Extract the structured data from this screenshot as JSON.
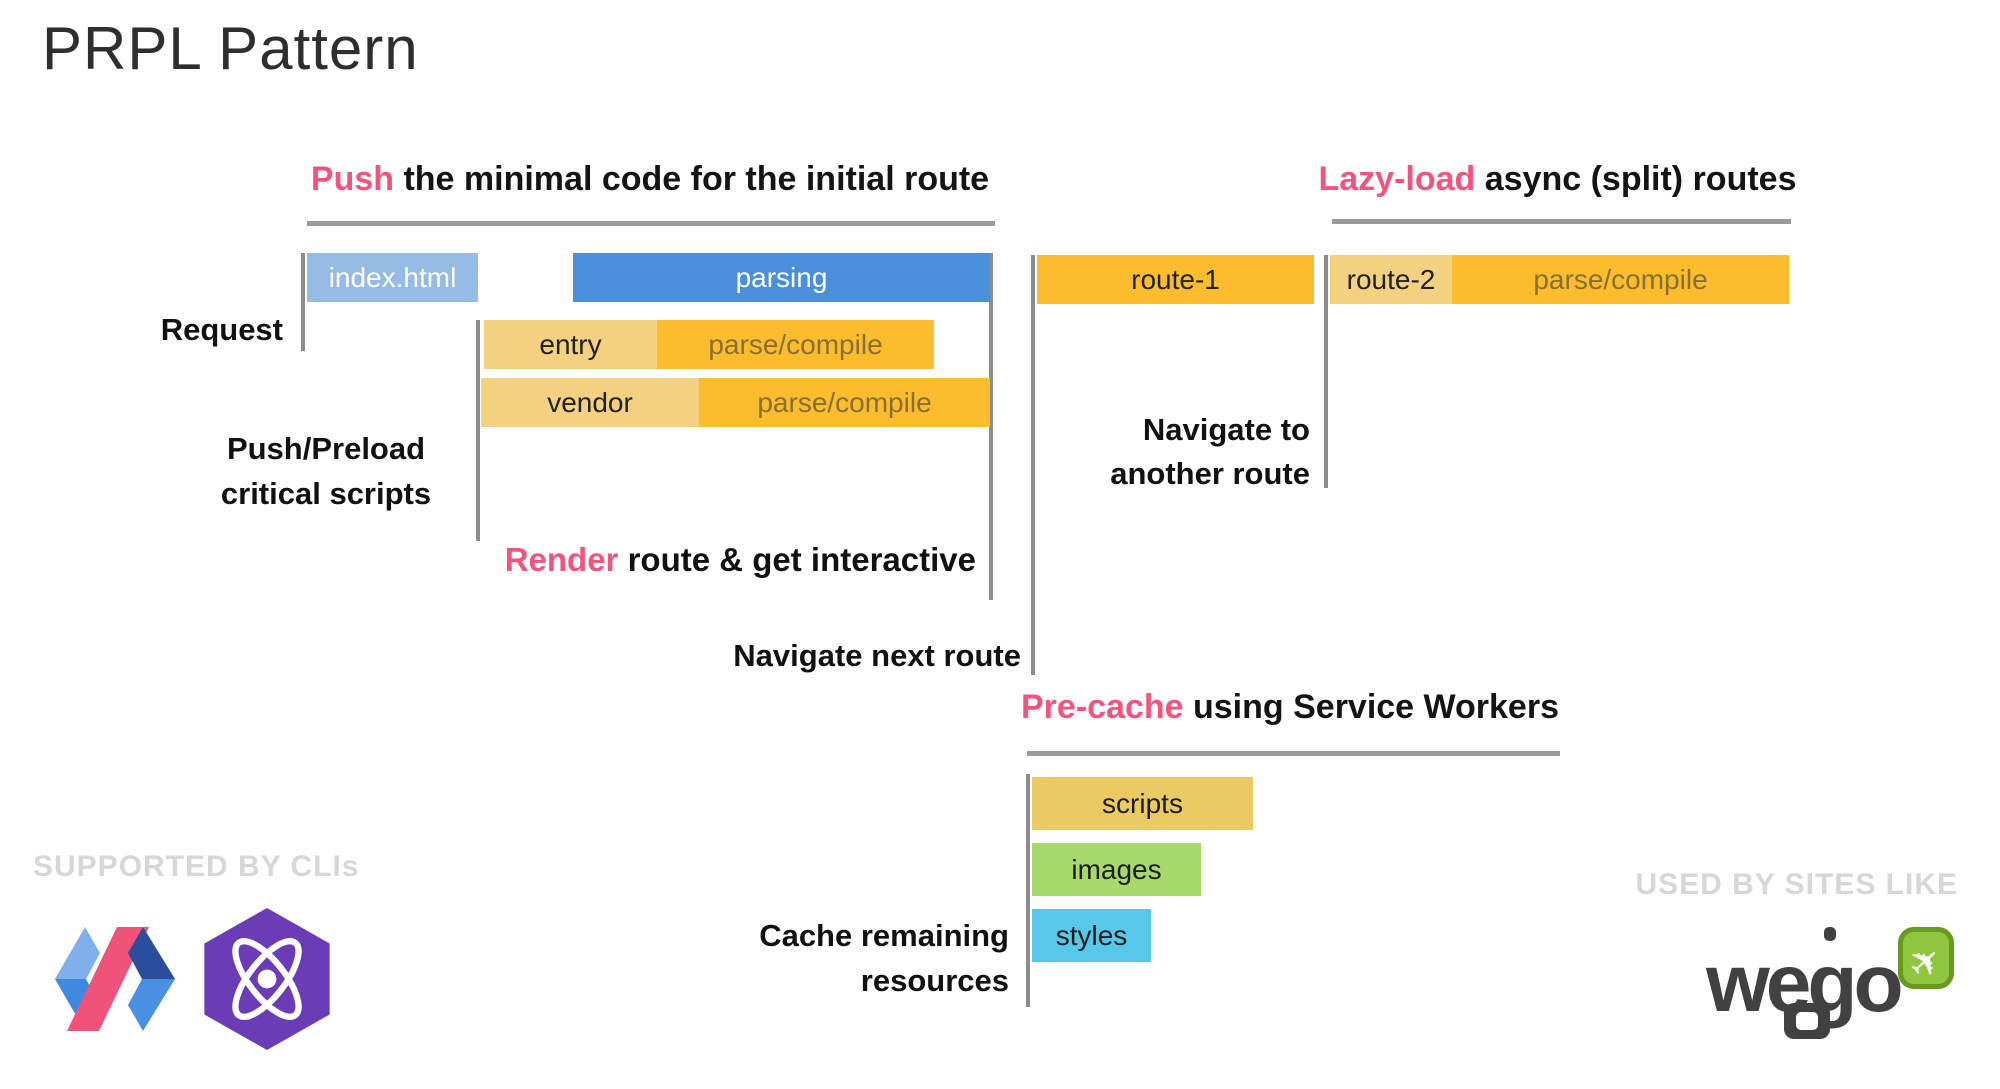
{
  "title": "PRPL Pattern",
  "headings": {
    "push": {
      "highlight": "Push",
      "rest": " the minimal code for the initial route"
    },
    "lazy": {
      "highlight": "Lazy-load",
      "rest": " async (split) routes"
    },
    "precache": {
      "highlight": "Pre-cache",
      "rest": " using Service Workers"
    }
  },
  "labels": {
    "request": "Request",
    "push_preload_line1": "Push/Preload",
    "push_preload_line2": "critical scripts",
    "render_highlight": "Render",
    "render_rest": " route & get interactive",
    "navigate_next": "Navigate next route",
    "navigate_another_line1": "Navigate to",
    "navigate_another_line2": "another route",
    "cache_line1": "Cache remaining",
    "cache_line2": "resources"
  },
  "bars": {
    "row1": [
      {
        "label": "index.html",
        "color": "light-blue"
      },
      {
        "label": "parsing",
        "color": "blue"
      }
    ],
    "row2": [
      {
        "label": "entry",
        "color": "tan"
      },
      {
        "label": "parse/compile",
        "color": "amber"
      }
    ],
    "row3": [
      {
        "label": "vendor",
        "color": "tan"
      },
      {
        "label": "parse/compile",
        "color": "amber"
      }
    ],
    "route1": [
      {
        "label": "route-1",
        "color": "amber"
      }
    ],
    "route2": [
      {
        "label": "route-2",
        "color": "tan"
      },
      {
        "label": "parse/compile",
        "color": "amber"
      }
    ],
    "cache": [
      {
        "label": "scripts",
        "color": "gold"
      },
      {
        "label": "images",
        "color": "green"
      },
      {
        "label": "styles",
        "color": "cyan"
      }
    ]
  },
  "footer": {
    "supported": "SUPPORTED BY CLIs",
    "used": "USED BY SITES LIKE",
    "wego_word": "wego",
    "icons": [
      "polymer-logo",
      "preact-logo",
      "wego-airplane-icon"
    ]
  },
  "colors": {
    "pink_accent": "#f2547e",
    "light_blue": "#96bbe4",
    "blue": "#4a8fd9",
    "tan": "#f3d181",
    "amber": "#fbbc2d",
    "gold": "#eaca63",
    "green": "#a8d96c",
    "cyan": "#57c8e9",
    "line_gray": "#8c8c8c",
    "caption_gray": "#d7d7d7"
  }
}
